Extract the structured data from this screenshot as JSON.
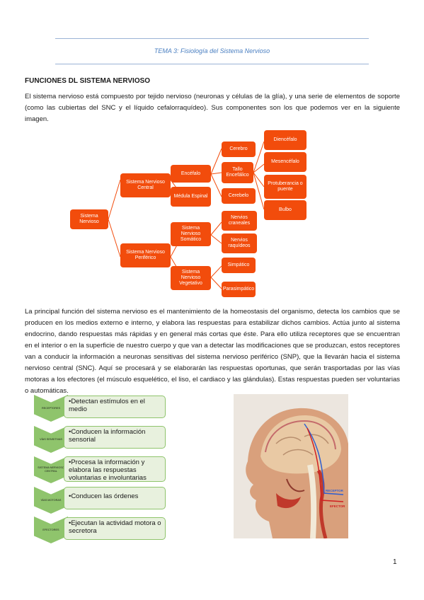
{
  "header": {
    "title": "TEMA 3: Fisiología del Sistema Nervioso"
  },
  "section": {
    "title": "FUNCIONES DL SISTEMA NERVIOSO"
  },
  "paragraphs": {
    "intro": "El sistema nervioso está compuesto por tejido nervioso (neuronas y células de la glía), y una serie de elementos de soporte (como las cubiertas del SNC y el líquido cefalorraquídeo). Sus componentes son los que podemos ver en la siguiente imagen.",
    "function": "La principal función del sistema nervioso es el mantenimiento de la homeostasis del organismo, detecta los cambios que se producen en los medios externo e interno, y elabora las respuestas para estabilizar dichos cambios. Actúa junto al sistema endocrino, dando respuestas más rápidas y en general más cortas que éste. Para ello utiliza receptores que se encuentran en el interior o en la superficie de nuestro cuerpo y que van a detectar las modificaciones que se produzcan, estos receptores van a conducir la información a neuronas sensitivas del sistema nervioso periférico (SNP), que la llevarán hacia el sistema nervioso central (SNC). Aquí se procesará y se elaborarán las respuestas oportunas, que serán trasportadas por las vías motoras a los efectores (el músculo esquelético, el liso, el cardiaco y las glándulas). Estas respuestas pueden ser voluntarias o automáticas."
  },
  "diagram": {
    "color": "#f24c0c",
    "nodes": {
      "sn": "Sistema Nervioso",
      "snc": "Sistema Nervioso Central",
      "snp": "Sistema Nervioso Periférico",
      "encefalo": "Encéfalo",
      "medula": "Médula Espinal",
      "somatico": "Sistema Nervioso Somático",
      "vegetativo": "Sistema Nervioso Vegetativo",
      "cerebro": "Cerebro",
      "tallo": "Tallo Encefálico",
      "cerebelo": "Cerebelo",
      "craneales": "Nervios craneales",
      "raquideos": "Nervios raquídeos",
      "simpatico": "Simpático",
      "parasimpatico": "Parasimpático",
      "diencefalo": "Diencéfalo",
      "mesencefalo": "Mesencéfalo",
      "protuberancia": "Protuberancia o puente",
      "bulbo": "Bulbo"
    }
  },
  "flow": {
    "steps": [
      {
        "stage": "RECEPTORES",
        "text": "•Detectan estímulos en el medio"
      },
      {
        "stage": "VÍAS SENSITIVAS",
        "text": "•Conducen la información sensorial"
      },
      {
        "stage": "SISTEMA NERVIOSO CENTRAL",
        "text": "•Procesa la información y elabora las respuestas voluntarias e involuntarias"
      },
      {
        "stage": "VÍAS MOTORAS",
        "text": "•Conducen las órdenes"
      },
      {
        "stage": "EFECTORES",
        "text": "•Ejecutan la actividad motora o secretora"
      }
    ]
  },
  "photo": {
    "labels": {
      "receptor": "RECEPTOR",
      "efector": "EFECTOR"
    },
    "colors": {
      "receptor": "#2f5fd0",
      "efector": "#d02020"
    }
  },
  "page": {
    "number": "1"
  }
}
